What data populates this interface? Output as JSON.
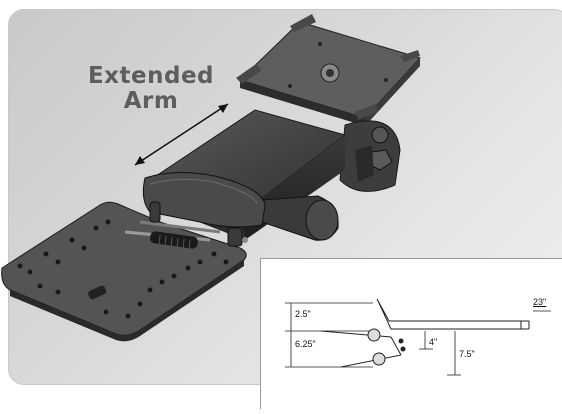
{
  "headline": {
    "line1": "Extended",
    "line2": "Arm"
  },
  "diagram": {
    "dim_height_top": "2.5\"",
    "dim_height_mid": "6.25\"",
    "dim_platform_drop": "4\"",
    "dim_total_height": "7.5\"",
    "dim_width": "23\""
  },
  "colors": {
    "panel": "#d6d6d6",
    "metal": "#3c3c3c",
    "headline": "#5d5d5d"
  }
}
